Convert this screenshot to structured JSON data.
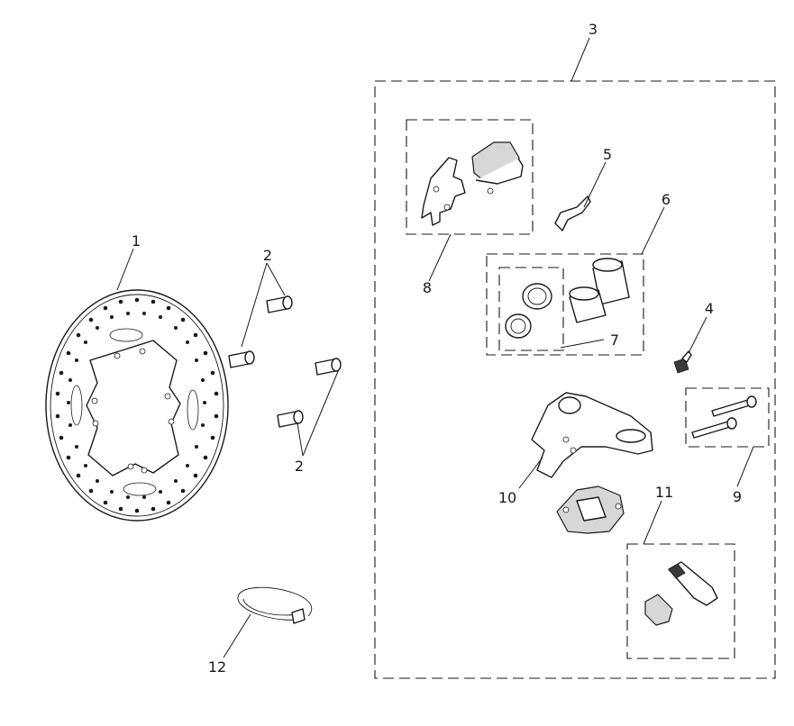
{
  "callouts": {
    "c1": "1",
    "c2a": "2",
    "c2b": "2",
    "c3": "3",
    "c4": "4",
    "c5": "5",
    "c6": "6",
    "c7": "7",
    "c8": "8",
    "c9": "9",
    "c10": "10",
    "c11": "11",
    "c12": "12"
  },
  "colors": {
    "line": "#1a1a1a",
    "background": "#ffffff",
    "shade": "#d7d7d7"
  }
}
